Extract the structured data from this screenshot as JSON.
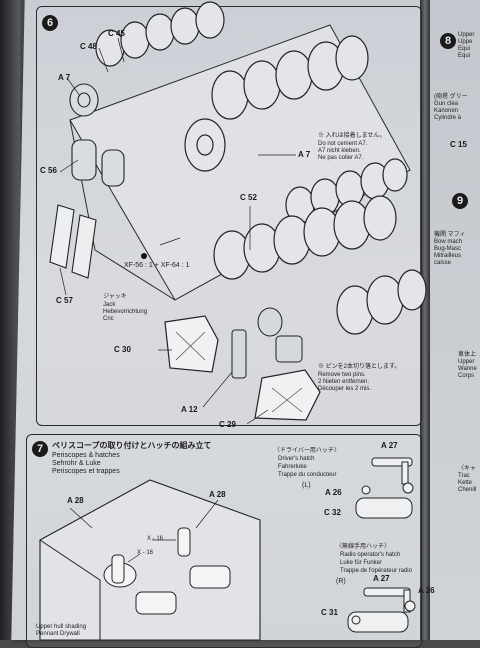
{
  "step6": {
    "number": "6",
    "part_labels": {
      "c48": "C 48",
      "c45": "C 45",
      "a7_top": "A 7",
      "a7_right": "A 7",
      "c56": "C 56",
      "c57": "C 57",
      "c52": "C 52",
      "c30": "C 30",
      "a12": "A 12",
      "c29": "C 29"
    },
    "paint_code": "XF-56 : 1 + XF-64 : 1",
    "do_not_cement": {
      "jp": "※ 入れは接着しません。",
      "en": "Do not cement A7.",
      "de": "A7 nicht kleben.",
      "fr": "Ne pas coller A7."
    },
    "jack": {
      "jp": "ジャッキ",
      "en": "Jack",
      "de": "Hebevorrichtung",
      "fr": "Cric"
    },
    "remove_pins": {
      "jp": "※ ピンを2本切り落とします。",
      "en": "Remove two pins.",
      "de": "2 Nieten entfernen.",
      "fr": "Découper les 2 mis."
    }
  },
  "step7": {
    "number": "7",
    "title_jp": "ペリスコープの取り付けとハッチの組み立て",
    "title_en": "Periscopes & hatches",
    "title_de": "Sehrohr & Luke",
    "title_fr": "Periscopes et trappes",
    "a28_left": "A 28",
    "a28_right": "A 28",
    "x16_a": "X - 16",
    "x16_b": "X - 16",
    "drivers_hatch": {
      "jp": "〈ドライバー用ハッチ〉",
      "en": "Driver's hatch",
      "de": "Fahrerluke",
      "fr": "Trappe du conducteur",
      "side": "(L)",
      "a27": "A 27",
      "a26": "A 26",
      "c32": "C 32"
    },
    "radio_hatch": {
      "jp": "〈無線手用ハッチ〉",
      "en": "Radio operator's hatch",
      "de": "Luke für Funker",
      "fr": "Trappe de l'opérateur radio",
      "side": "(R)",
      "a27": "A 27",
      "a26": "A 26",
      "c31": "C 31"
    },
    "bottom_note": {
      "line1": "Upper hull shading",
      "line2": "Pennant Drywall"
    }
  },
  "step8": {
    "number": "8",
    "lines": [
      "Upper",
      "Uppe",
      "Equi",
      "Equi"
    ],
    "mid_lines": [
      "(砲塔 グリー",
      "Gun clea",
      "Kanonen",
      "Cylindre à"
    ],
    "c15": "C 15"
  },
  "step9": {
    "number": "9",
    "lines": [
      "機関 マフィ",
      "Bow mach",
      "Bug-Masc",
      "Mitrailleus",
      "caisse"
    ],
    "lower_lines": [
      "車体上",
      "Upper",
      "Wanne",
      "Corps"
    ]
  },
  "step10": {
    "lines": [
      "〈キャ",
      "Trac",
      "Kette",
      "Chenill"
    ]
  },
  "colors": {
    "paper": "#d2d5da",
    "ink": "#1d1d1f",
    "background": "#4a4a4c"
  }
}
